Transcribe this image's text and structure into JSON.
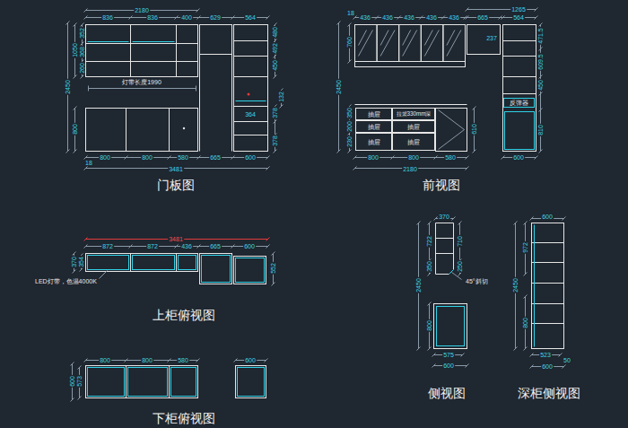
{
  "diagram": {
    "nodes": [
      {
        "text": [
          "抽屉"
        ]
      },
      {
        "text": [
          "抽屉"
        ]
      },
      {
        "text": [
          "抽屉"
        ]
      },
      {
        "text": [
          "拉篮330mm深"
        ]
      },
      {
        "text": [
          "抽屉"
        ]
      },
      {
        "text": [
          "抽屉"
        ]
      },
      {
        "text": [
          "反弹器"
        ]
      }
    ],
    "labels": [
      "2180",
      "836",
      "836",
      "400",
      "629",
      "564",
      "352",
      "368",
      "260",
      "1050",
      "2450",
      "800",
      "灯带长度1990",
      "480",
      "492",
      "450",
      "132",
      "364",
      "378",
      "378",
      "18",
      "800",
      "800",
      "580",
      "665",
      "600",
      "3481",
      "门板图",
      "1265",
      "18",
      "436",
      "436",
      "436",
      "436",
      "436",
      "665",
      "564",
      "760",
      "2450",
      "350",
      "200",
      "230",
      "237",
      "471.5",
      "609.5",
      "450",
      "810",
      "610",
      "800",
      "800",
      "580",
      "600",
      "2180",
      "前视图",
      "3481",
      "872",
      "872",
      "436",
      "665",
      "600",
      "370",
      "354",
      "552",
      "LED灯带，色温4000K",
      "上柜俯视图",
      "800",
      "800",
      "580",
      "600",
      "600",
      "573",
      "下柜俯视图",
      "370",
      "722",
      "710",
      "350",
      "250",
      "2450",
      "45°斜切",
      "800",
      "575",
      "600",
      "侧视图",
      "600",
      "972",
      "2450",
      "800",
      "523",
      "50",
      "600",
      "深柜侧视图"
    ]
  }
}
